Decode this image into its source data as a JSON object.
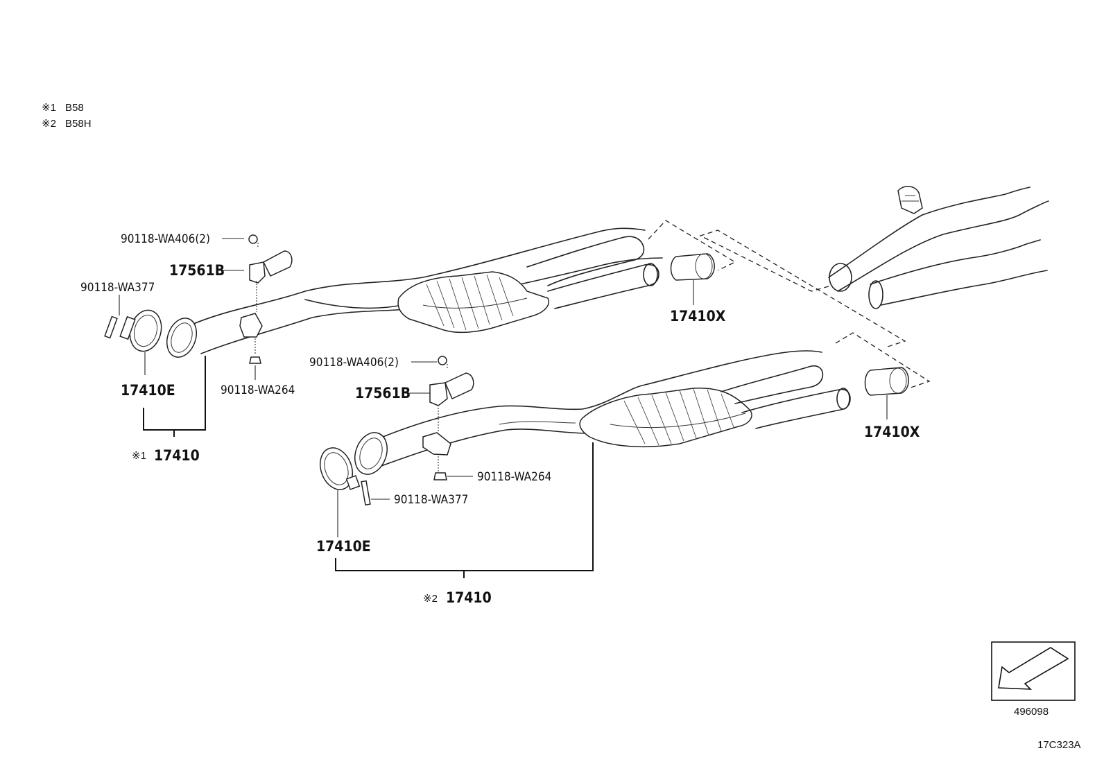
{
  "legend": [
    {
      "mark": "※1",
      "text": "B58"
    },
    {
      "mark": "※2",
      "text": "B58H"
    }
  ],
  "assembly_1": {
    "bolt_label": "90118-WA406(2)",
    "bracket_label": "17561B",
    "clamp_bolt_label": "90118-WA377",
    "nut_label": "90118-WA264",
    "clamp_label": "17410E",
    "tail_label": "17410X",
    "assembly_mark": "※1",
    "assembly_label": "17410"
  },
  "assembly_2": {
    "bolt_label": "90118-WA406(2)",
    "bracket_label": "17561B",
    "nut_label": "90118-WA264",
    "clamp_bolt_label": "90118-WA377",
    "clamp_label": "17410E",
    "tail_label": "17410X",
    "assembly_mark": "※2",
    "assembly_label": "17410"
  },
  "direction_box": {
    "code": "496098"
  },
  "figure_code": "17C323A",
  "icons": [
    "front-direction-arrow-icon"
  ]
}
